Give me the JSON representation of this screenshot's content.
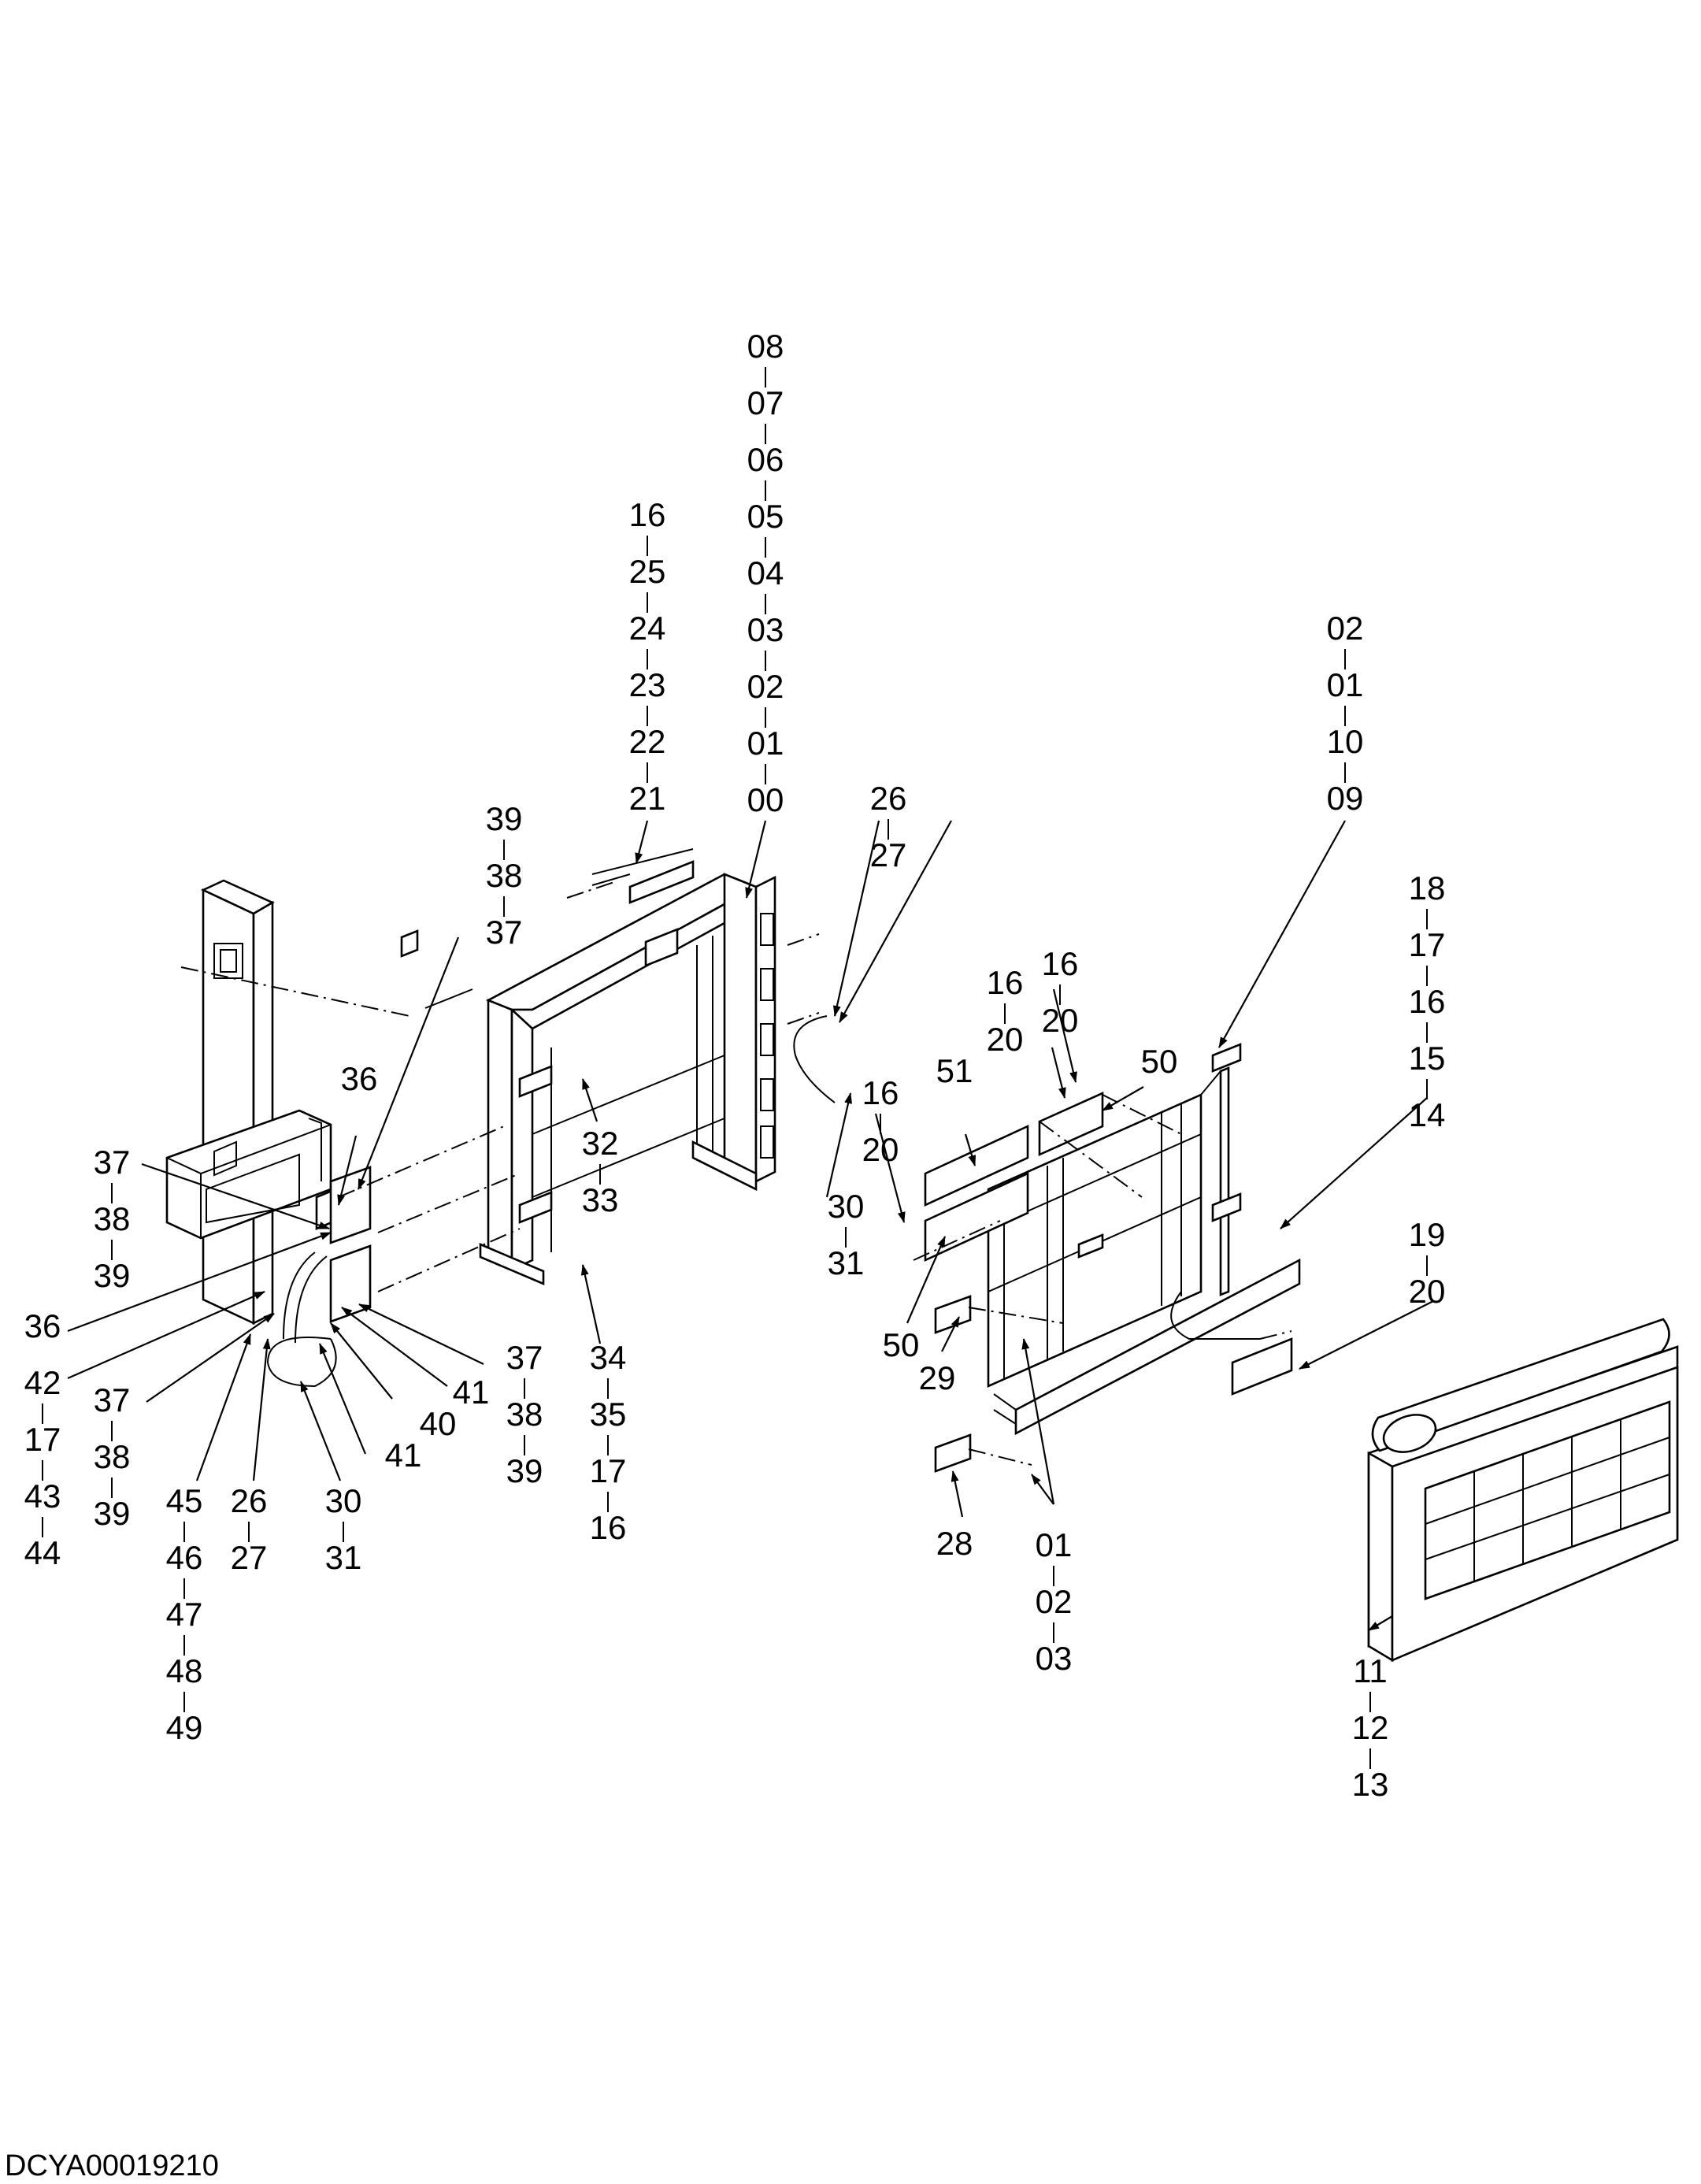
{
  "drawing_code": "DCYA00019210",
  "callouts": [
    {
      "id": "main-frame",
      "labels": [
        "08",
        "07",
        "06",
        "05",
        "04",
        "03",
        "02",
        "01",
        "00"
      ]
    },
    {
      "id": "lamp-bracket",
      "labels": [
        "16",
        "25",
        "24",
        "23",
        "22",
        "21"
      ]
    },
    {
      "id": "harness-a-top",
      "labels": [
        "26",
        "27"
      ]
    },
    {
      "id": "right-frame",
      "labels": [
        "02",
        "01",
        "10",
        "09"
      ]
    },
    {
      "id": "right-side-set",
      "labels": [
        "18",
        "17",
        "16",
        "15",
        "14"
      ]
    },
    {
      "id": "cover-plate",
      "labels": [
        "19",
        "20"
      ]
    },
    {
      "id": "tool-box",
      "labels": [
        "11",
        "12",
        "13"
      ]
    },
    {
      "id": "right-lower-bolts",
      "labels": [
        "01",
        "02",
        "03"
      ]
    },
    {
      "id": "bracket-28",
      "labels": [
        "28"
      ]
    },
    {
      "id": "bracket-29",
      "labels": [
        "29"
      ]
    },
    {
      "id": "panel-50-lower",
      "labels": [
        "50"
      ]
    },
    {
      "id": "panel-50-upper",
      "labels": [
        "50"
      ]
    },
    {
      "id": "panel-51",
      "labels": [
        "51"
      ]
    },
    {
      "id": "screws-a",
      "labels": [
        "16",
        "20"
      ]
    },
    {
      "id": "screws-b",
      "labels": [
        "16",
        "20"
      ]
    },
    {
      "id": "screws-c",
      "labels": [
        "16",
        "20"
      ]
    },
    {
      "id": "clip-30-mid",
      "labels": [
        "30",
        "31"
      ]
    },
    {
      "id": "holder-32",
      "labels": [
        "32",
        "33"
      ]
    },
    {
      "id": "holder-34",
      "labels": [
        "34",
        "35",
        "17",
        "16"
      ]
    },
    {
      "id": "bolts-37-top",
      "labels": [
        "39",
        "38",
        "37"
      ]
    },
    {
      "id": "plate-36-top",
      "labels": [
        "36"
      ]
    },
    {
      "id": "bolts-37-left",
      "labels": [
        "37",
        "38",
        "39"
      ]
    },
    {
      "id": "plate-36-left",
      "labels": [
        "36"
      ]
    },
    {
      "id": "bolts-42",
      "labels": [
        "42",
        "17",
        "43",
        "44"
      ]
    },
    {
      "id": "bolts-37-mid",
      "labels": [
        "37",
        "38",
        "39"
      ]
    },
    {
      "id": "bolts-45",
      "labels": [
        "45",
        "46",
        "47",
        "48",
        "49"
      ]
    },
    {
      "id": "harness-b",
      "labels": [
        "26",
        "27"
      ]
    },
    {
      "id": "clip-30-low",
      "labels": [
        "30",
        "31"
      ]
    },
    {
      "id": "part-41-a",
      "labels": [
        "41"
      ]
    },
    {
      "id": "part-40",
      "labels": [
        "40"
      ]
    },
    {
      "id": "part-41-b",
      "labels": [
        "41"
      ]
    },
    {
      "id": "bolts-37-right",
      "labels": [
        "37",
        "38",
        "39"
      ]
    }
  ]
}
